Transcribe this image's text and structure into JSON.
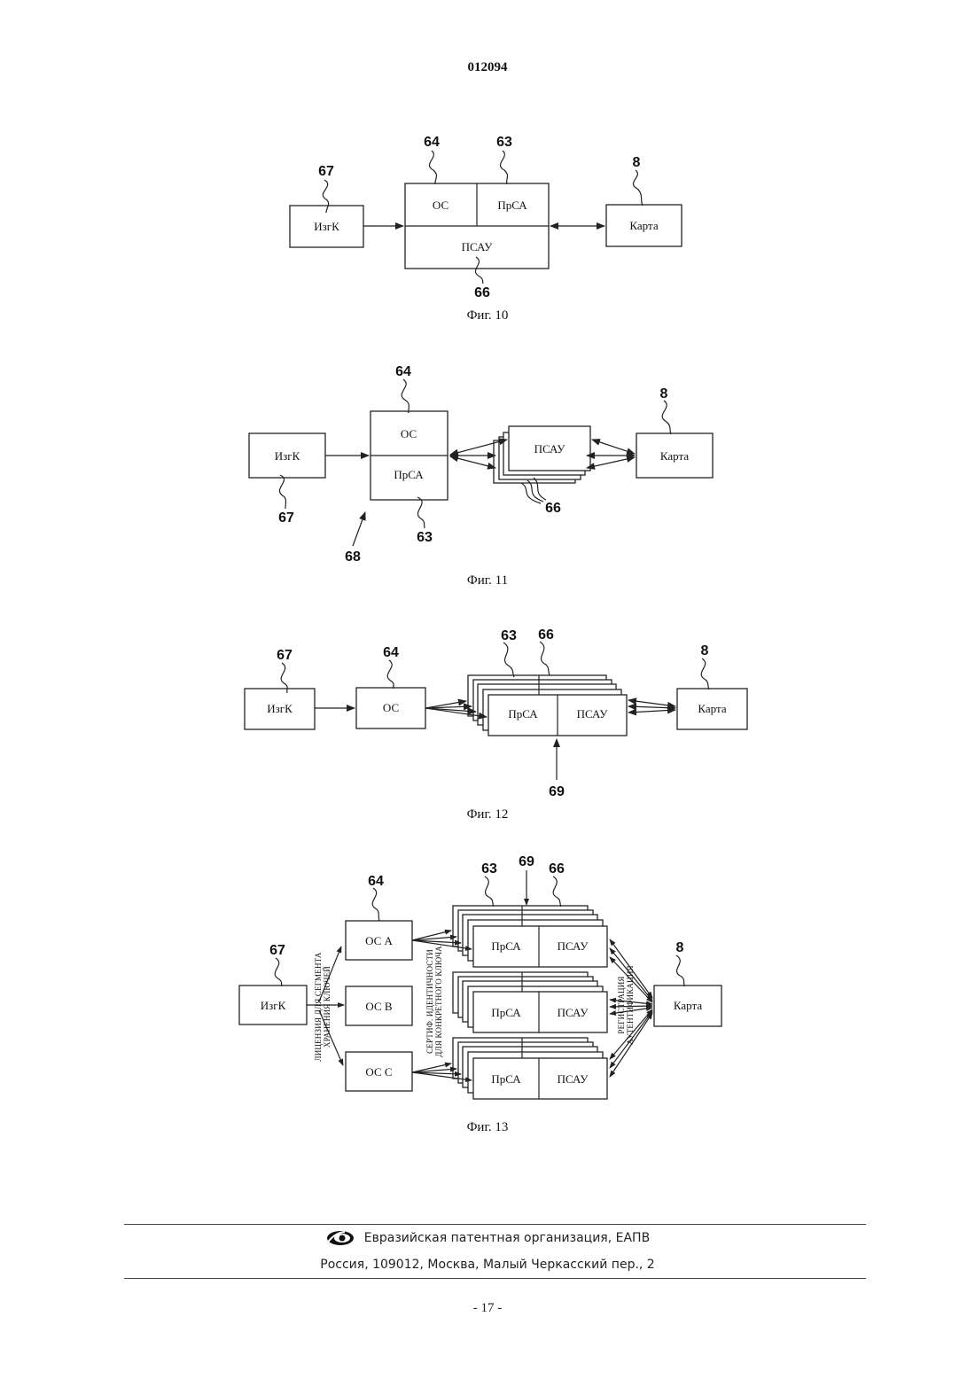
{
  "header": {
    "doc_number": "012094"
  },
  "labels": {
    "izgk": "ИзгК",
    "os": "ОС",
    "prsa": "ПрСА",
    "psau": "ПСАУ",
    "karta": "Карта",
    "os_a": "ОС А",
    "os_b": "ОС В",
    "os_c": "ОС С"
  },
  "refs": {
    "r8": "8",
    "r63": "63",
    "r64": "64",
    "r66": "66",
    "r67": "67",
    "r68": "68",
    "r69": "69"
  },
  "captions": {
    "fig10": "Фиг. 10",
    "fig11": "Фиг. 11",
    "fig12": "Фиг. 12",
    "fig13": "Фиг. 13"
  },
  "fig13_vertical": {
    "license_line1": "ЛИЦЕНЗИЯ ДЛЯ СЕГМЕНТА",
    "license_line2": "ХРАНЕНИЯ КЛЮЧЕЙ",
    "cert_line1": "СЕРТИФ. ИДЕНТИЧНОСТИ",
    "cert_line2": "ДЛЯ КОНКРЕТНОГО КЛЮЧА",
    "reg_line1": "РЕГИСТРАЦИЯ",
    "reg_line2": "АУТЕНТИФИКАЦИЯ"
  },
  "footer": {
    "org": "Евразийская патентная организация, ЕАПВ",
    "address": "Россия, 109012, Москва, Малый Черкасский пер., 2"
  },
  "page": {
    "number": "- 17 -"
  }
}
